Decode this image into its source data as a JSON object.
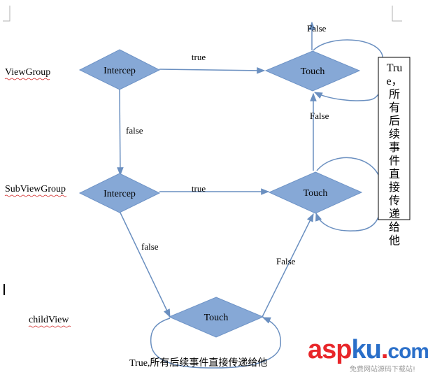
{
  "rows": {
    "viewgroup": "ViewGroup",
    "subviewgroup": "SubViewGroup",
    "childview": "childView"
  },
  "nodes": {
    "intercept_1": "Intercep",
    "touch_1": "Touch",
    "intercept_2": "Intercep",
    "touch_2": "Touch",
    "touch_3": "Touch"
  },
  "edges": {
    "intercept1_to_touch1": "true",
    "intercept1_to_intercept2": "false",
    "intercept2_to_touch2": "true",
    "intercept2_to_touch3": "false",
    "touch3_to_touch2": "False",
    "touch2_to_touch1": "False",
    "touch1_up": "False"
  },
  "notes": {
    "vertical_note": "True，所有后续事件直接传递给他",
    "bottom_note": "True,所有后续事件直接传递给他"
  },
  "watermark": {
    "brand_asp": "asp",
    "brand_ku": "ku",
    "brand_dot": ".",
    "brand_com": "com",
    "subtitle": "免费网站源码下载站!"
  },
  "colors": {
    "node_fill": "#86a8d6",
    "edge": "#6a8fc0",
    "wm_red": "#e8262a",
    "wm_blue": "#2a6fc9"
  }
}
